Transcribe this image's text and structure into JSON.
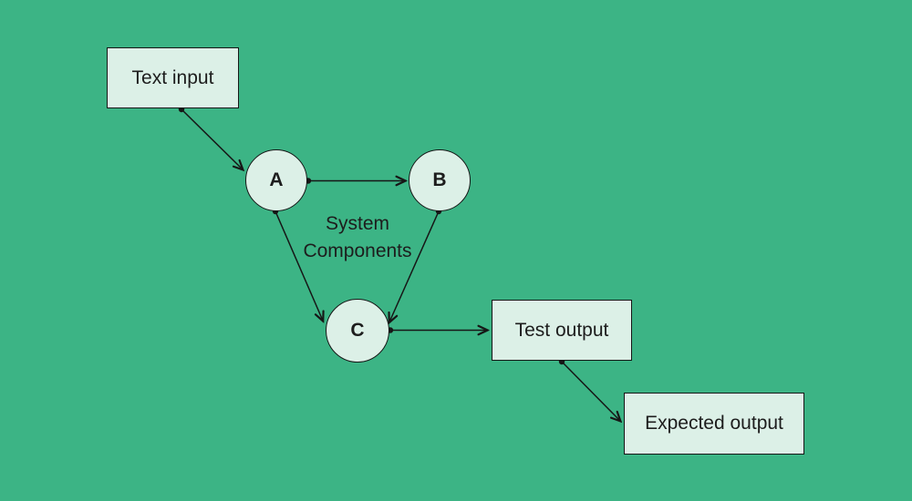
{
  "canvas": {
    "background_color": "#3cb485",
    "node_fill_color": "#dcf0e7",
    "stroke_color": "#161616",
    "text_color": "#1d1d1d"
  },
  "diagram": {
    "nodes": {
      "text_input": {
        "label": "Text input",
        "shape": "rect"
      },
      "node_a": {
        "label": "A",
        "shape": "circle"
      },
      "node_b": {
        "label": "B",
        "shape": "circle"
      },
      "node_c": {
        "label": "C",
        "shape": "circle"
      },
      "test_output": {
        "label": "Test output",
        "shape": "rect"
      },
      "expected_output": {
        "label": "Expected output",
        "shape": "rect"
      }
    },
    "annotation": {
      "label": "System Components"
    },
    "edges": [
      {
        "from": "Text input",
        "to": "A"
      },
      {
        "from": "A",
        "to": "B"
      },
      {
        "from": "A",
        "to": "C"
      },
      {
        "from": "B",
        "to": "C"
      },
      {
        "from": "C",
        "to": "Test output"
      },
      {
        "from": "Test output",
        "to": "Expected output"
      }
    ]
  }
}
